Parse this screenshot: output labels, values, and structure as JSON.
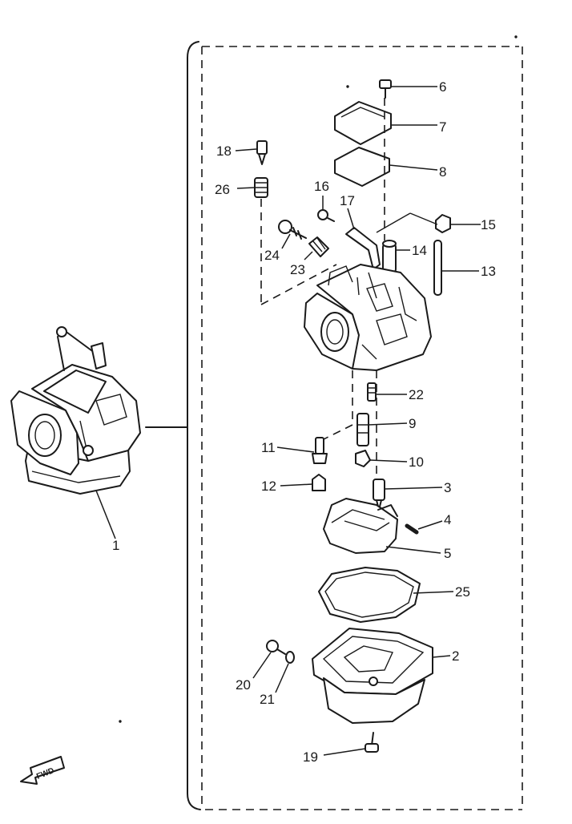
{
  "diagram": {
    "fwd_label": "FWD",
    "callouts": [
      "1",
      "2",
      "3",
      "4",
      "5",
      "6",
      "7",
      "8",
      "9",
      "10",
      "11",
      "12",
      "13",
      "14",
      "15",
      "16",
      "17",
      "18",
      "19",
      "20",
      "21",
      "22",
      "23",
      "24",
      "25",
      "26"
    ]
  },
  "colors": {
    "ink": "#1a1a1a",
    "paper": "#ffffff"
  }
}
